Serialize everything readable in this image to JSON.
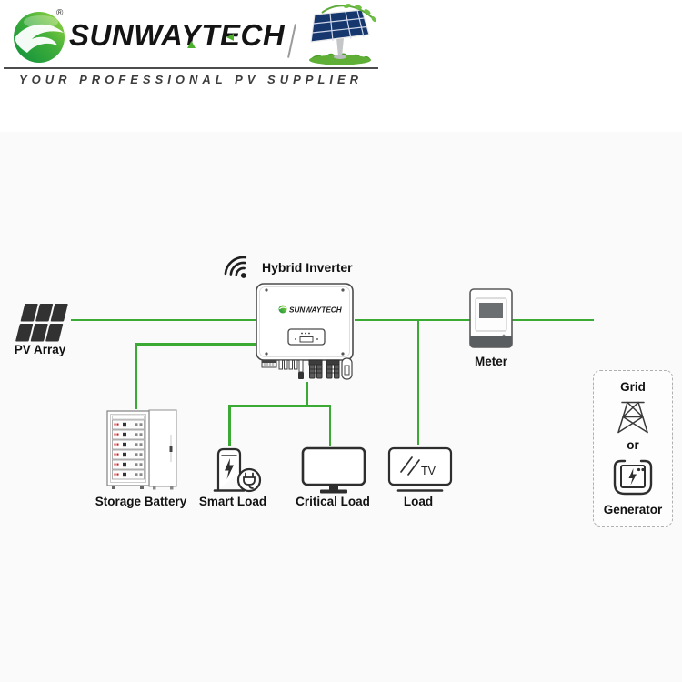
{
  "header": {
    "brand": "SUNWAYTECH",
    "registered": "®",
    "tagline": "YOUR PROFESSIONAL PV SUPPLIER"
  },
  "colors": {
    "wire_green": "#3aaa35",
    "brand_green_light": "#9ed93f",
    "brand_green_dark": "#0e8f3c",
    "icon_stroke": "#2e2e2e"
  },
  "nodes": {
    "pv_array": {
      "label": "PV Array"
    },
    "hybrid_inverter": {
      "label": "Hybrid Inverter",
      "device_brand": "SUNWAYTECH"
    },
    "meter": {
      "label": "Meter"
    },
    "grid": {
      "label": "Grid"
    },
    "or_text": "or",
    "generator": {
      "label": "Generator"
    },
    "storage_battery": {
      "label": "Storage Battery"
    },
    "smart_load": {
      "label": "Smart Load"
    },
    "critical_load": {
      "label": "Critical Load"
    },
    "load": {
      "label": "Load",
      "screen_text": "TV"
    }
  }
}
